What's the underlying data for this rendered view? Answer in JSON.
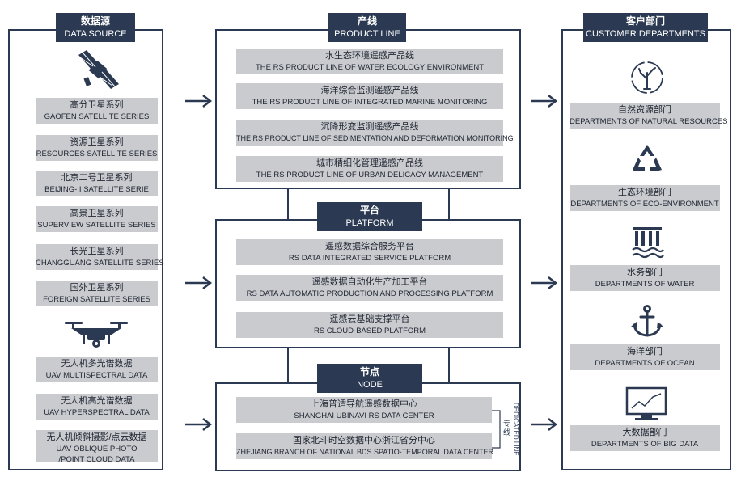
{
  "data_source": {
    "header_zh": "数据源",
    "header_en": "DATA SOURCE",
    "satellites": [
      {
        "zh": "高分卫星系列",
        "en": "GAOFEN SATELLITE SERIES"
      },
      {
        "zh": "资源卫星系列",
        "en": "RESOURCES SATELLITE SERIES"
      },
      {
        "zh": "北京二号卫星系列",
        "en": "BEIJING-II SATELLITE SERIE"
      },
      {
        "zh": "高景卫星系列",
        "en": "SUPERVIEW SATELLITE SERIES"
      },
      {
        "zh": "长光卫星系列",
        "en": "CHANGGUANG SATELLITE SERIES"
      },
      {
        "zh": "国外卫星系列",
        "en": "FOREIGN SATELLITE SERIES"
      }
    ],
    "uav": [
      {
        "zh": "无人机多光谱数据",
        "en": "UAV MULTISPECTRAL DATA"
      },
      {
        "zh": "无人机高光谱数据",
        "en": "UAV HYPERSPECTRAL DATA"
      },
      {
        "zh": "无人机倾斜摄影/点云数据",
        "en": "UAV OBLIQUE PHOTO",
        "en2": "/POINT CLOUD DATA"
      }
    ]
  },
  "product_line": {
    "header_zh": "产线",
    "header_en": "PRODUCT LINE",
    "items": [
      {
        "zh": "水生态环境遥感产品线",
        "en": "THE RS PRODUCT LINE OF WATER ECOLOGY ENVIRONMENT"
      },
      {
        "zh": "海洋综合监测遥感产品线",
        "en": "THE RS PRODUCT LINE OF INTEGRATED MARINE MONITORING"
      },
      {
        "zh": "沉降形变监测遥感产品线",
        "en": "THE RS PRODUCT LINE OF SEDIMENTATION AND DEFORMATION MONITORING"
      },
      {
        "zh": "城市精细化管理遥感产品线",
        "en": "THE RS PRODUCT LINE OF URBAN DELICACY MANAGEMENT"
      }
    ]
  },
  "platform": {
    "header_zh": "平台",
    "header_en": "PLATFORM",
    "items": [
      {
        "zh": "遥感数据综合服务平台",
        "en": "RS DATA INTEGRATED SERVICE PLATFORM"
      },
      {
        "zh": "遥感数据自动化生产加工平台",
        "en": "RS DATA AUTOMATIC PRODUCTION AND PROCESSING PLATFORM"
      },
      {
        "zh": "遥感云基础支撑平台",
        "en": "RS CLOUD-BASED PLATFORM"
      }
    ]
  },
  "node": {
    "header_zh": "节点",
    "header_en": "NODE",
    "items": [
      {
        "zh": "上海普适导航遥感数据中心",
        "en": "SHANGHAI UBINAVI RS DATA CENTER"
      },
      {
        "zh": "国家北斗时空数据中心浙江省分中心",
        "en": "ZHEJIANG BRANCH OF NATIONAL BDS SPATIO-TEMPORAL DATA CENTER"
      }
    ],
    "dedicated_en": "DEDICATED LINE",
    "dedicated_zh": "专线"
  },
  "customers": {
    "header_zh": "客户部门",
    "header_en": "CUSTOMER DEPARTMENTS",
    "items": [
      {
        "zh": "自然资源部门",
        "en": "DEPARTMENTS OF NATURAL RESOURCES",
        "icon": "tree-cycle-icon"
      },
      {
        "zh": "生态环境部门",
        "en": "DEPARTMENTS OF ECO-ENVIRONMENT",
        "icon": "recycle-icon"
      },
      {
        "zh": "水务部门",
        "en": "DEPARTMENTS OF WATER",
        "icon": "water-dam-icon"
      },
      {
        "zh": "海洋部门",
        "en": "DEPARTMENTS OF OCEAN",
        "icon": "anchor-icon"
      },
      {
        "zh": "大数据部门",
        "en": "DEPARTMENTS OF BIG DATA",
        "icon": "monitor-chart-icon"
      }
    ]
  },
  "colors": {
    "navy": "#2b3a52",
    "item_gray": "#c9cbcf"
  }
}
